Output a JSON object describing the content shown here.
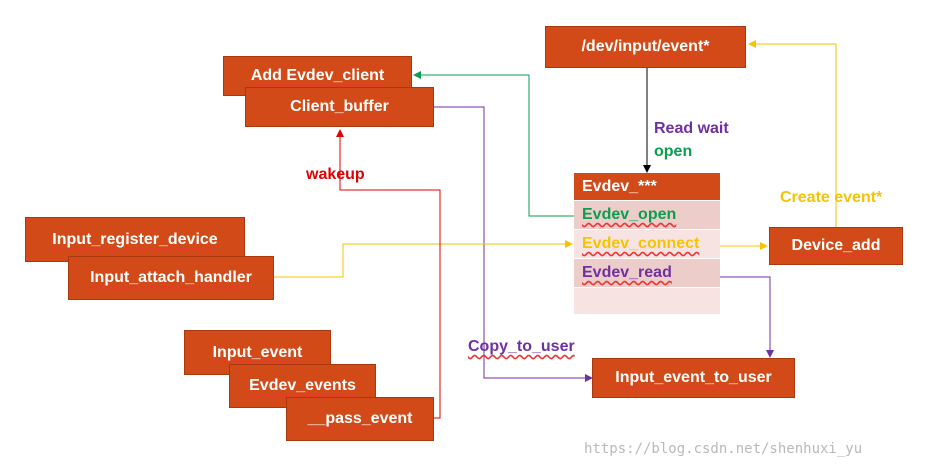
{
  "nodes": {
    "dev_input_event": "/dev/input/event*",
    "add_evdev_client": "Add Evdev_client",
    "client_buffer": "Client_buffer",
    "input_register_device": "Input_register_device",
    "input_attach_handler": "Input_attach_handler",
    "input_event": "Input_event",
    "evdev_events": "Evdev_events",
    "pass_event": "__pass_event",
    "device_add": "Device_add",
    "input_event_to_user": "Input_event_to_user"
  },
  "evdev_table": {
    "header": "Evdev_***",
    "rows": [
      "Evdev_open",
      "Evdev_connect",
      "Evdev_read"
    ]
  },
  "labels": {
    "read_wait": "Read wait",
    "open": "open",
    "wakeup": "wakeup",
    "create_event": "Create event*",
    "copy_to_user": "Copy_to_user"
  },
  "colors": {
    "box": "#d24a18",
    "green": "#0a9e4f",
    "purple": "#7030a0",
    "yellow": "#f5c400",
    "red": "#e00000",
    "black": "#000000"
  },
  "watermark": "https://blog.csdn.net/shenhuxi_yu"
}
